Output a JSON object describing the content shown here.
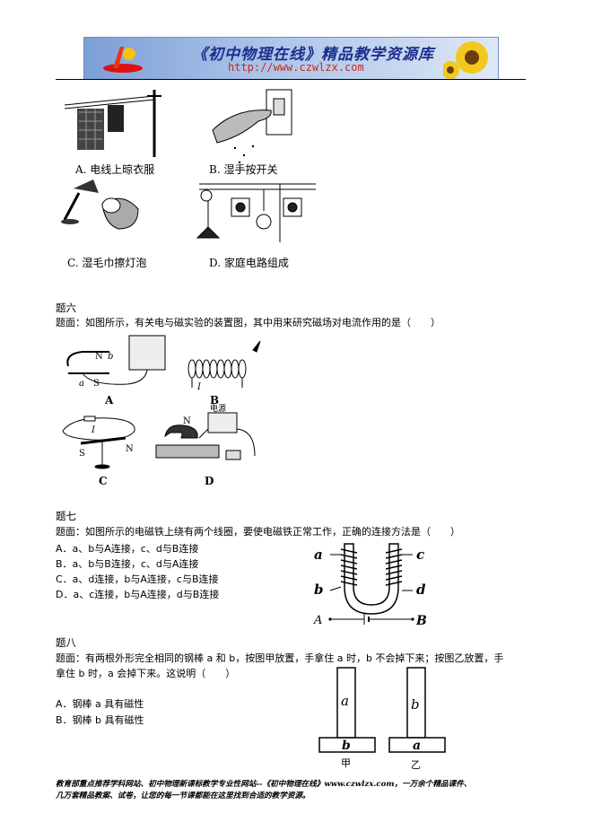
{
  "header": {
    "title": "《初中物理在线》精品教学资源库",
    "url": "http://www.czwlzx.com"
  },
  "q5": {
    "captions": [
      "A. 电线上晾衣服",
      "B. 湿手按开关",
      "C. 湿毛巾擦灯泡",
      "D. 家庭电路组成"
    ]
  },
  "q6": {
    "heading": "题六",
    "stem": "题面：如图所示，有关电与磁实验的装置图，其中用来研究磁场对电流作用的是（　　）",
    "labels": {
      "A": "A",
      "B": "B",
      "C": "C",
      "D": "D",
      "n": "N",
      "s": "S",
      "b": "b",
      "a": "a",
      "i": "I",
      "power": "电源"
    }
  },
  "q7": {
    "heading": "题七",
    "stem": "题面：如图所示的电磁铁上绕有两个线圈，要使电磁铁正常工作，正确的连接方法是（　　）",
    "options": [
      "A．a、b与A连接，c、d与B连接",
      "B．a、b与B连接，c、d与A连接",
      "C．a、d连接，b与A连接，c与B连接",
      "D．a、c连接，b与A连接，d与B连接"
    ],
    "labels": {
      "a": "a",
      "b": "b",
      "c": "c",
      "d": "d",
      "A": "A",
      "B": "B"
    }
  },
  "q8": {
    "heading": "题八",
    "stem_line1": "题面：有两根外形完全相同的钢棒 a 和 b，按图甲放置，手拿住 a 时，b 不会掉下来；按图乙放置，手",
    "stem_line2": "拿住 b 时，a 会掉下来。这说明（　　）",
    "options": [
      "A．钢棒 a 具有磁性",
      "B．钢棒 b 具有磁性"
    ],
    "labels": {
      "top_left": "a",
      "bottom_left": "b",
      "top_right": "b",
      "bottom_right": "a",
      "jia": "甲",
      "yi": "乙"
    }
  },
  "footer": {
    "line1": "教育部重点推荐学科网站、初中物理新课标教学专业性网站--《初中物理在线》www.czwlzx.com，一万余个精品课件、",
    "line2": "几万套精品教案、试卷，让您的每一节课都能在这里找到合适的教学资源。"
  }
}
